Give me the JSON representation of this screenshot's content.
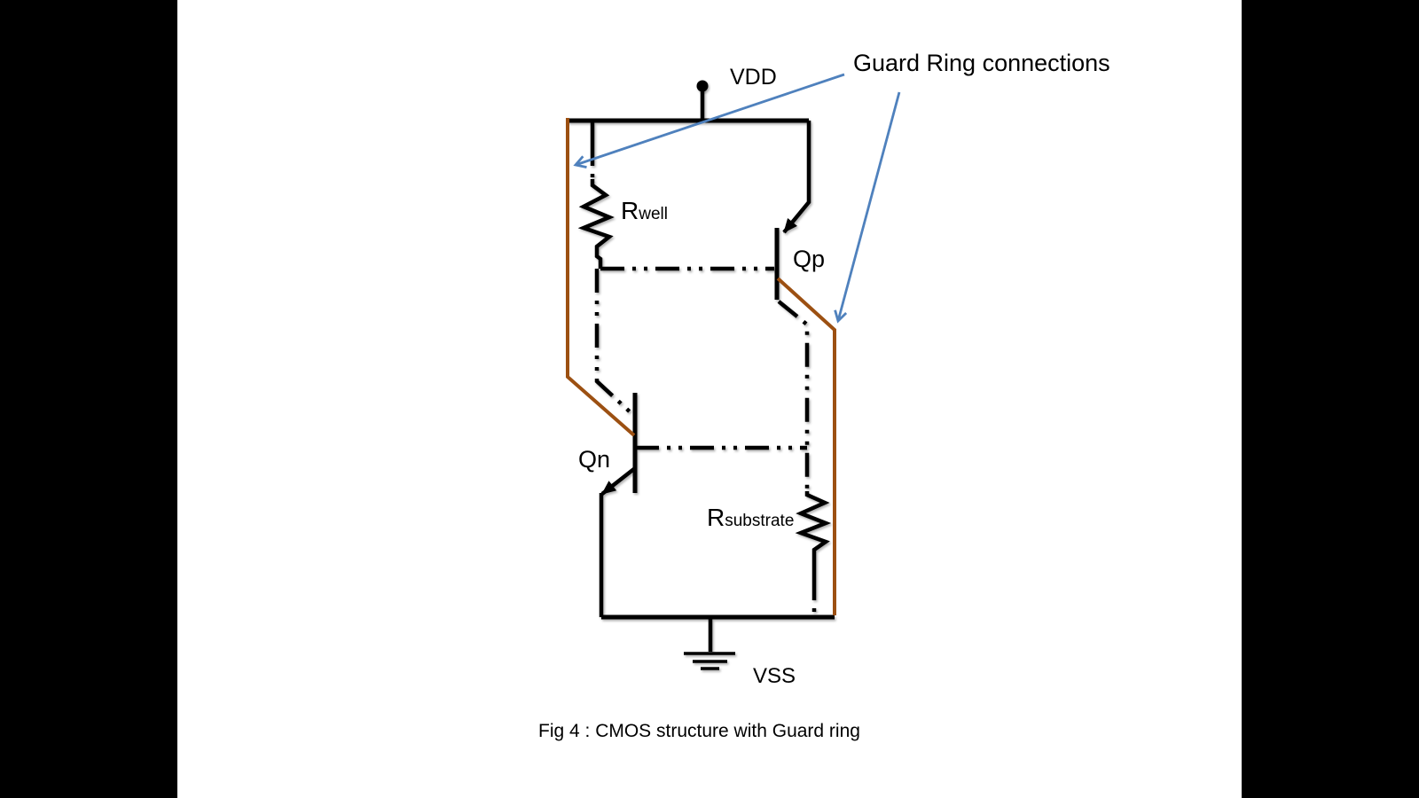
{
  "labels": {
    "vdd": "VDD",
    "vss": "VSS",
    "qp": "Qp",
    "qn": "Qn",
    "r_well_main": "R",
    "r_well_sub": "well",
    "r_substrate_main": "R",
    "r_substrate_sub": "substrate",
    "guard_ring": "Guard Ring connections",
    "caption": "Fig 4 : CMOS structure with Guard ring"
  },
  "colors": {
    "wire": "#000000",
    "guard_ring": "#9c5012",
    "annotation_arrow": "#4f81bd",
    "slide_background": "#ffffff",
    "letterbox": "#000000"
  }
}
